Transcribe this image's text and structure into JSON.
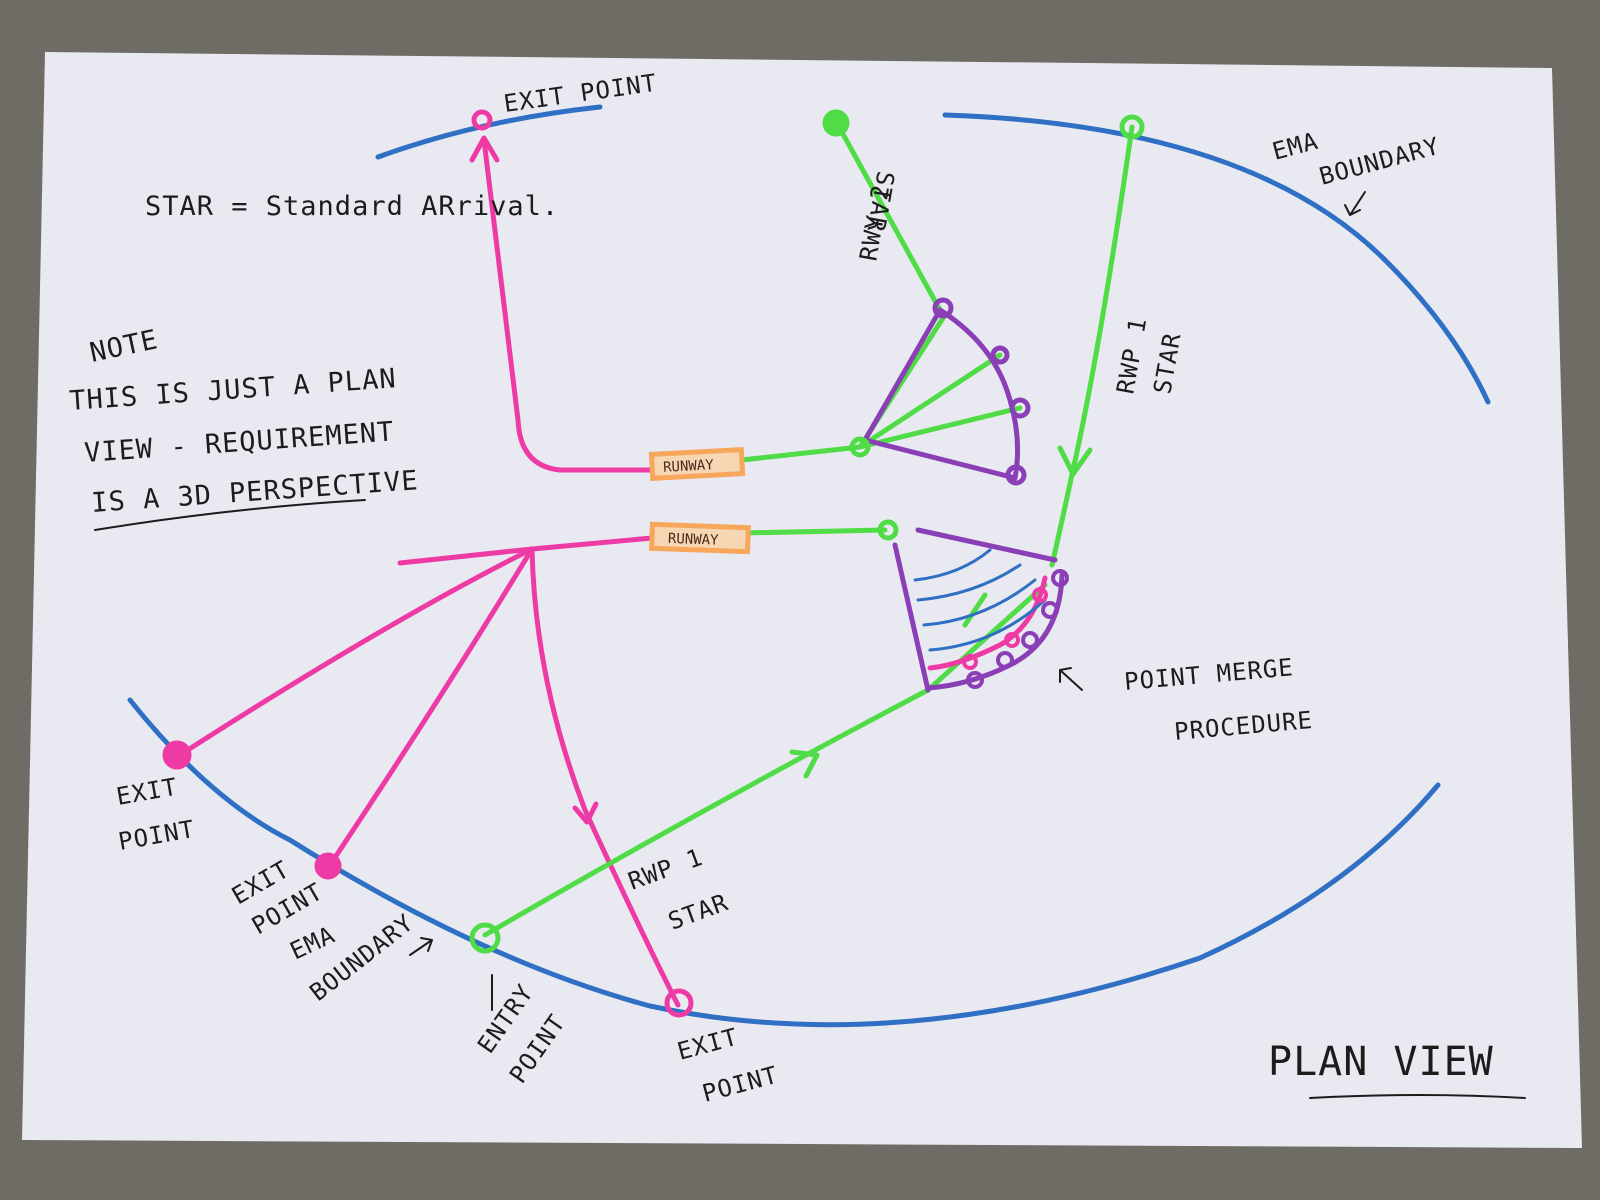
{
  "title": "PLAN VIEW",
  "legend": "STAR = Standard ARrival.",
  "note": {
    "heading": "NOTE",
    "lines": [
      "THIS IS JUST A PLAN",
      "VIEW - REQUIREMENT",
      "IS A 3D PERSPECTIVE"
    ]
  },
  "runways": [
    "RUNWAY",
    "RUNWAY"
  ],
  "labels": {
    "exit_top": "EXIT POINT",
    "ema_top": [
      "EMA",
      "BOUNDARY"
    ],
    "rwy2_star": [
      "RWY 2",
      "STAR"
    ],
    "rwy1_star_right": [
      "RWP 1",
      "STAR"
    ],
    "point_merge": [
      "POINT MERGE",
      "PROCEDURE"
    ],
    "exit_left": [
      "EXIT",
      "POINT"
    ],
    "exit_mid": [
      "EXIT",
      "POINT"
    ],
    "ema_bottom": [
      "EMA",
      "BOUNDARY"
    ],
    "entry": [
      "ENTRY",
      "POINT"
    ],
    "exit_bottom": [
      "EXIT",
      "POINT"
    ],
    "rwy1_star_bottom": [
      "RWP 1",
      "STAR"
    ]
  },
  "colors": {
    "paper": "#e9e9f1",
    "boundary": "#2f6fc4",
    "departure": "#ee3aa5",
    "arrival": "#4fdc46",
    "merge_arc": "#8a3fb6",
    "runway": "#f7a75c"
  }
}
